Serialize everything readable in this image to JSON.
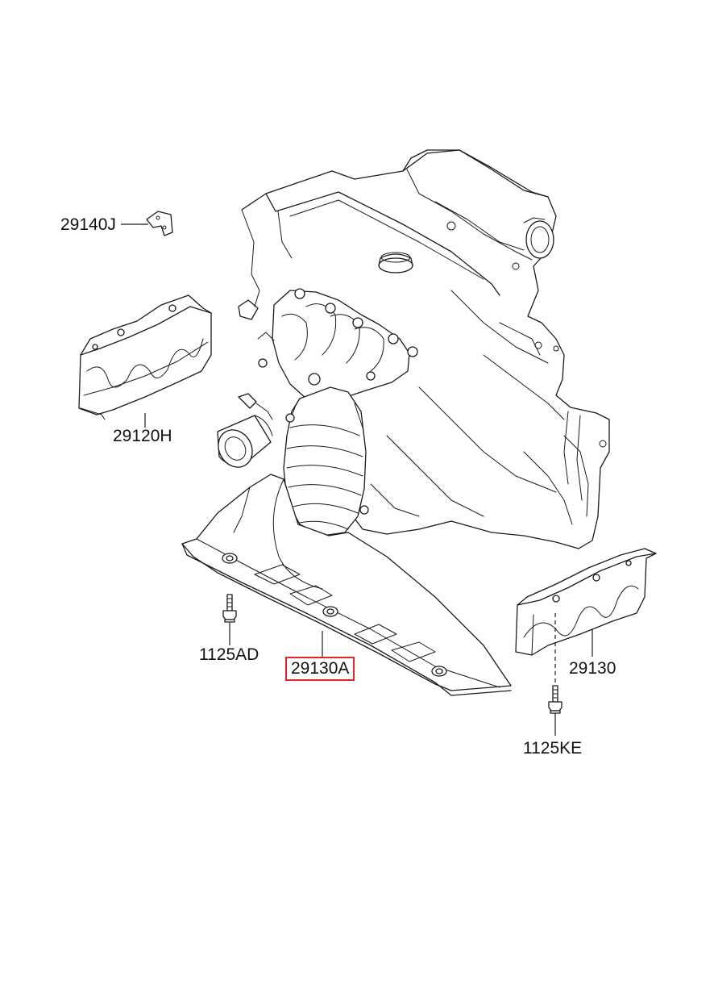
{
  "parts": {
    "p29140J": "29140J",
    "p29120H": "29120H",
    "p1125AD": "1125AD",
    "p29130A": "29130A",
    "p29130": "29130",
    "p1125KE": "1125KE"
  },
  "highlight": {
    "part": "29130A",
    "color": "#e0262b"
  }
}
